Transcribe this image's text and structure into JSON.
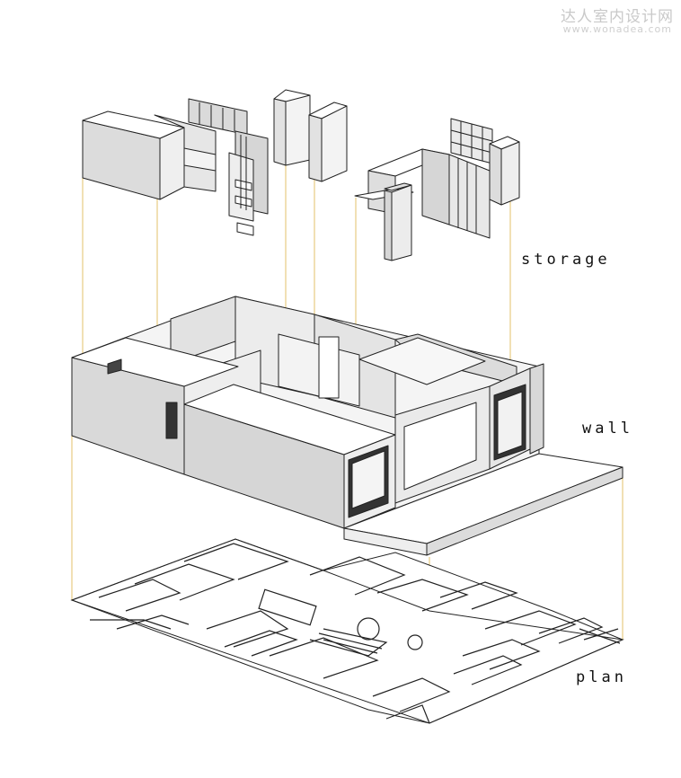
{
  "watermark": {
    "title": "达人室内设计网",
    "url": "www.wonadea.com"
  },
  "labels": {
    "storage": "storage",
    "wall": "wall",
    "plan": "plan"
  },
  "colors": {
    "guide_line": "#e3c268",
    "wall_face": "#dcdcdc",
    "wall_side": "#efefef",
    "wall_top": "#ffffff",
    "ink": "#222222"
  }
}
